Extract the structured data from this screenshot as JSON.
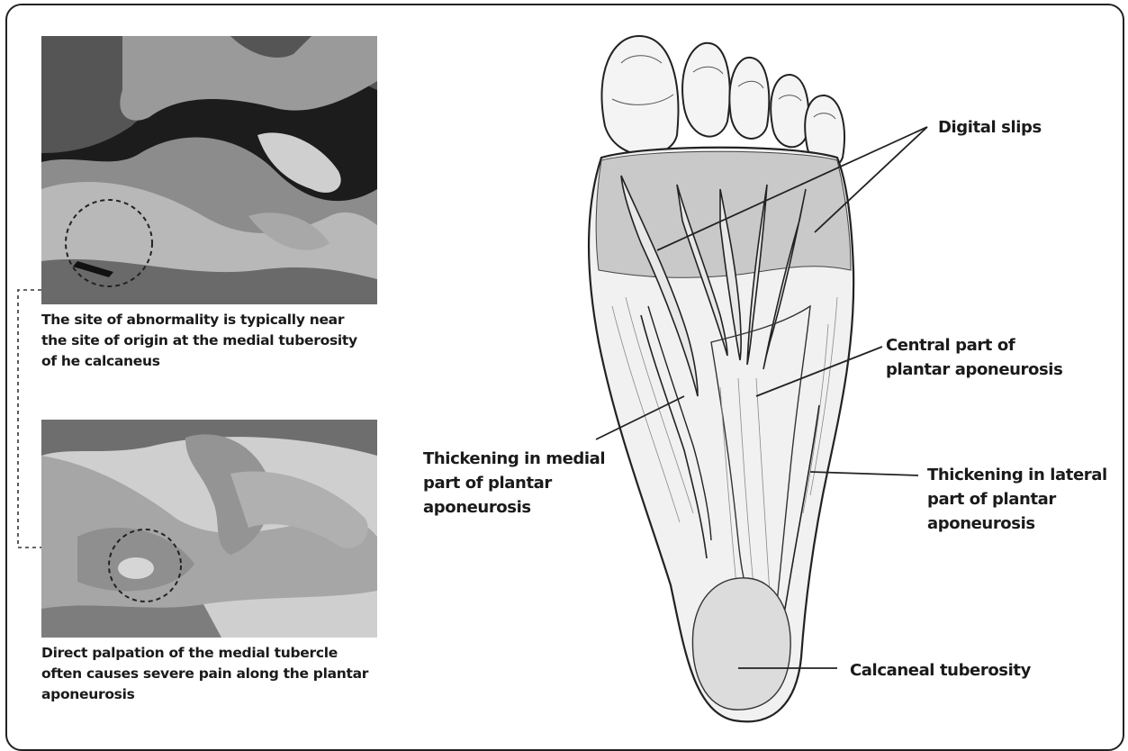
{
  "captions": {
    "mri": [
      "The site of abnormality is typically near",
      "the site of origin at the medial tuberosity",
      "of he calcaneus"
    ],
    "palpation": [
      "Direct palpation of the medial tubercle",
      "often causes severe pain along the plantar",
      "aponeurosis"
    ]
  },
  "labels": {
    "digital_slips": [
      "Digital slips"
    ],
    "central": [
      "Central part of",
      "plantar aponeurosis"
    ],
    "medial": [
      "Thickening in medial",
      "part of plantar",
      "aponeurosis"
    ],
    "lateral": [
      "Thickening in lateral",
      "part of plantar",
      "aponeurosis"
    ],
    "calcaneal": [
      "Calcaneal tuberosity"
    ]
  },
  "colors": {
    "ink": "#1a1a1a",
    "photo_dark": "#2b2b2b",
    "photo_light": "#d9d9d9"
  }
}
